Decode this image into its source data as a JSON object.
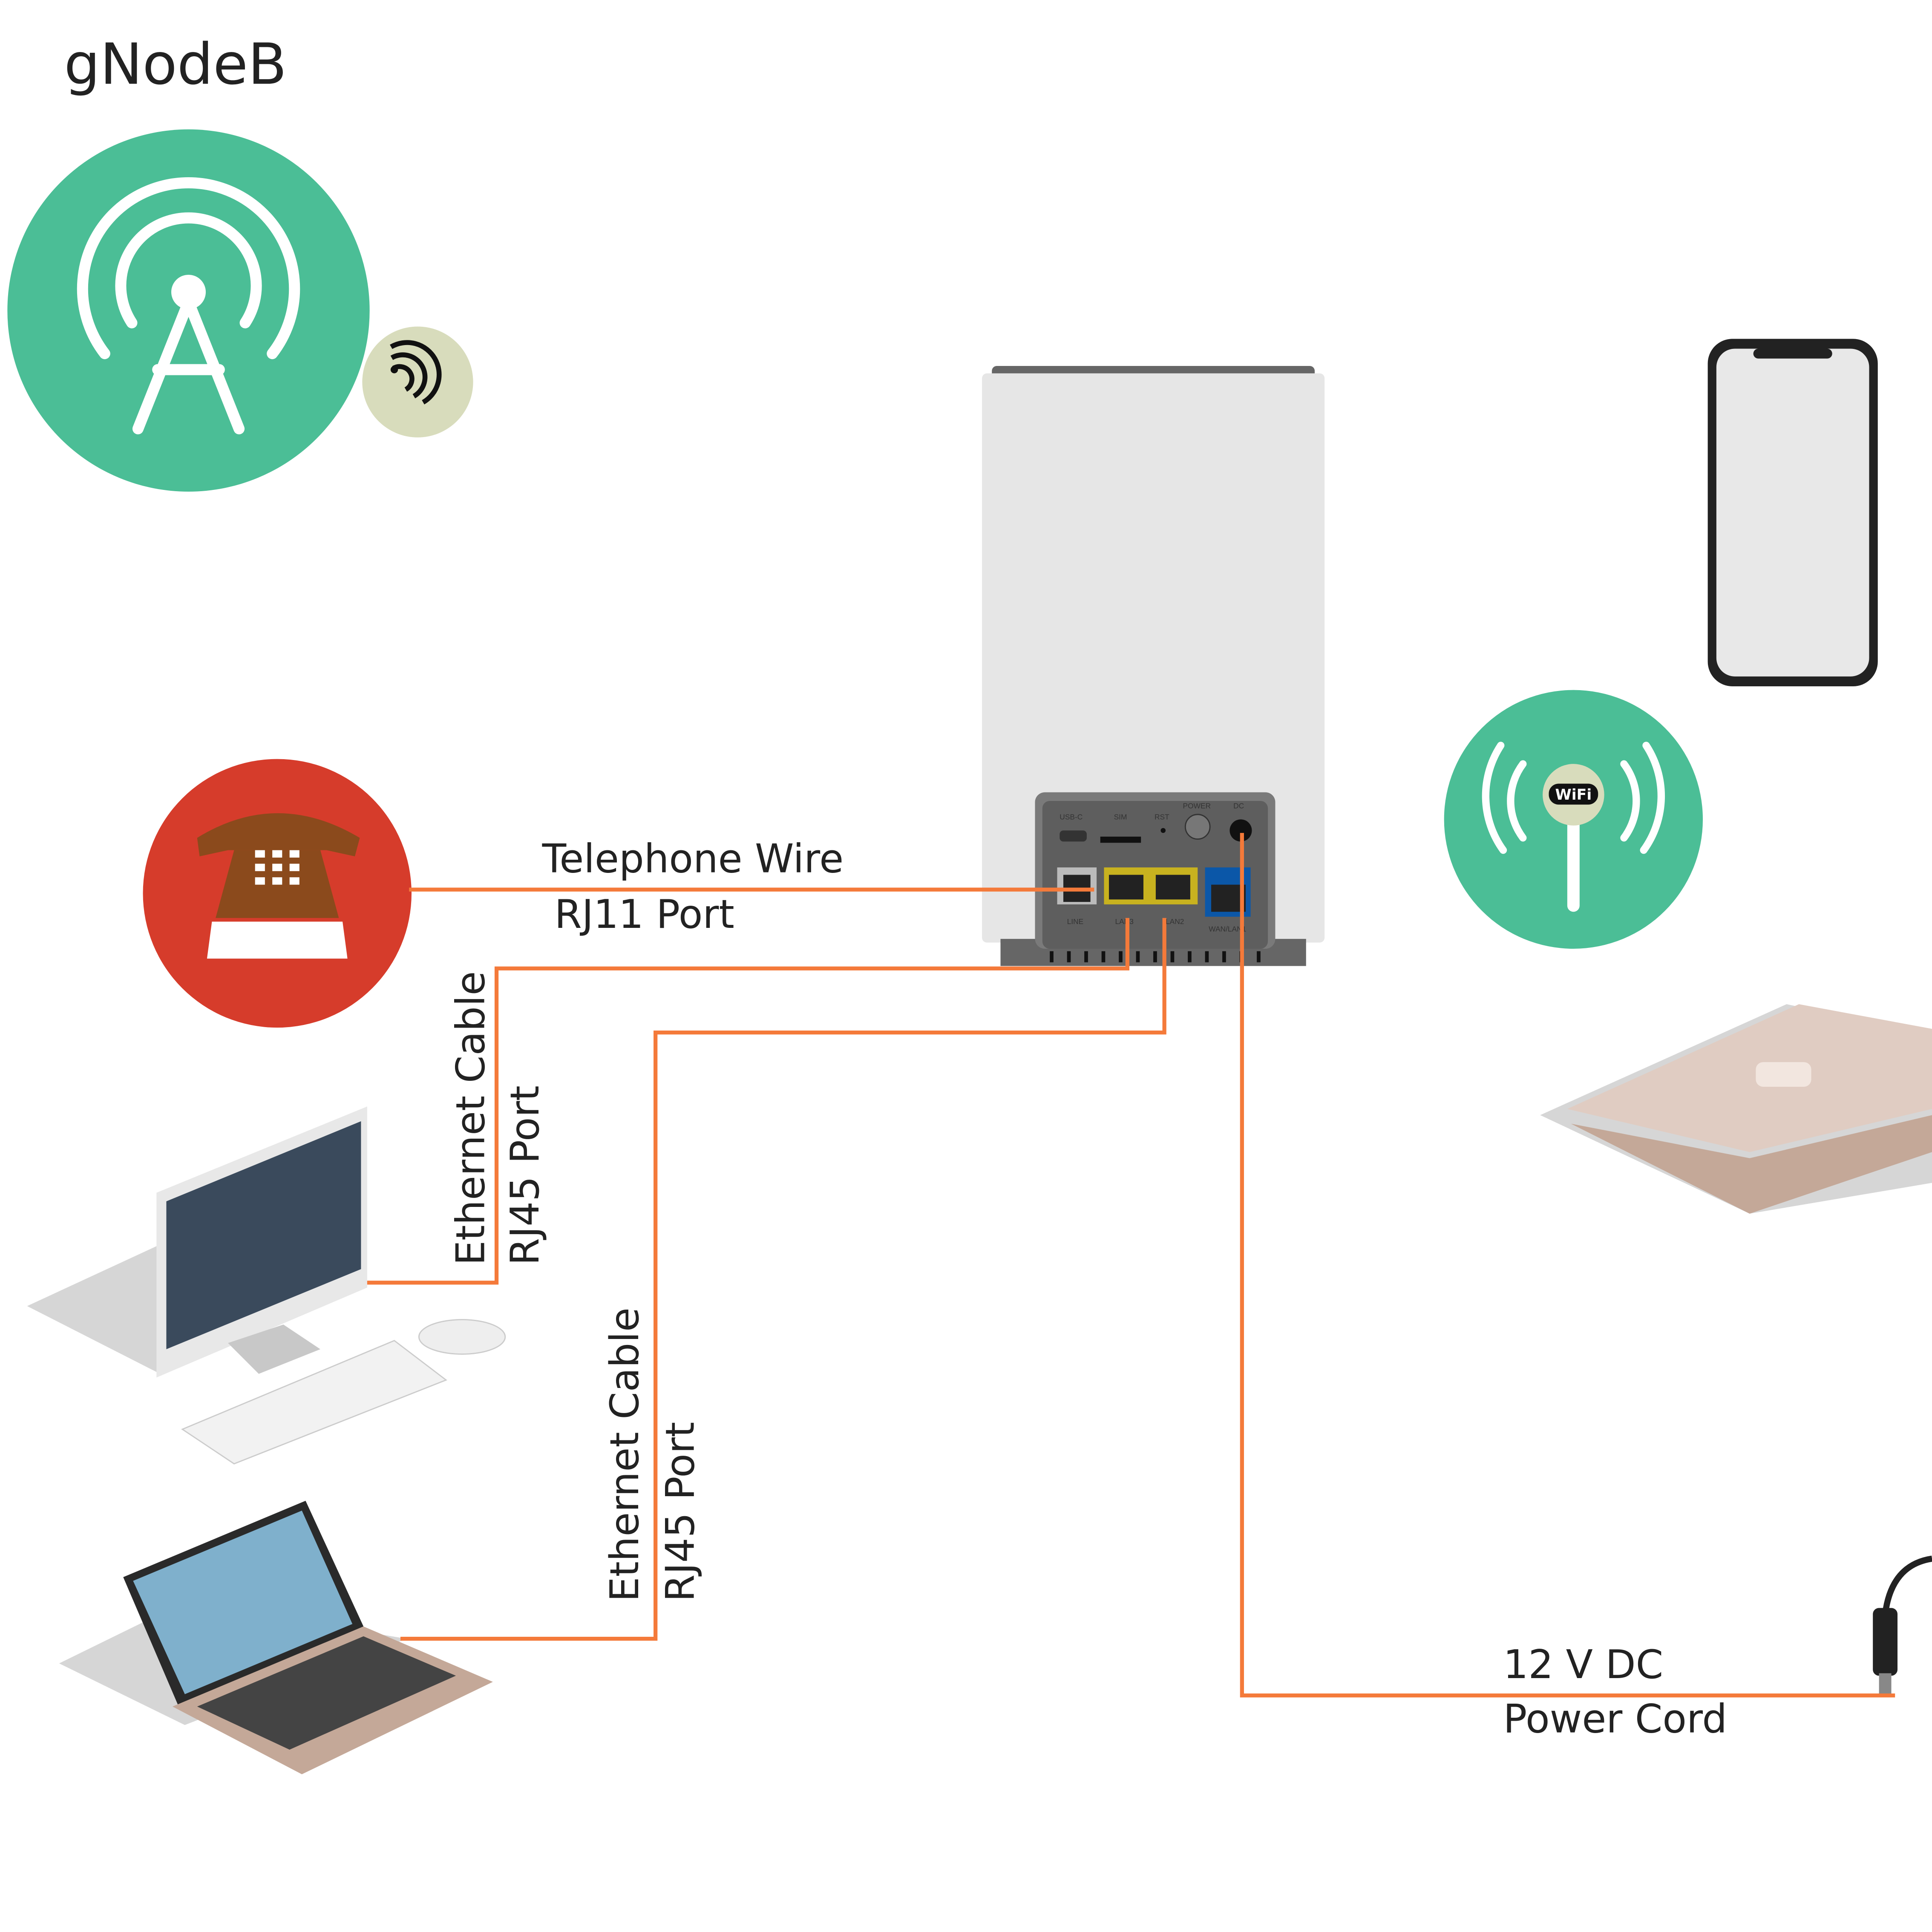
{
  "title": "gNodeB",
  "colors": {
    "wire": "#f47a3a",
    "green": "#4bbe96",
    "red": "#d63c2b",
    "signal_bg": "#d8dcbc"
  },
  "labels": {
    "telephone_wire": "Telephone Wire",
    "rj11_port": "RJ11 Port",
    "ethernet_cable_1": "Ethernet Cable",
    "rj45_port_1": "RJ45 Port",
    "ethernet_cable_2": "Ethernet Cable",
    "rj45_port_2": "RJ45 Port",
    "power_dc": "12 V DC",
    "power_cord": "Power Cord"
  },
  "router_ports": {
    "usb": "USB-C",
    "sim": "SIM",
    "rst": "RST",
    "power": "POWER",
    "dc": "DC",
    "line": "LINE",
    "lan3": "LAN3",
    "lan2": "LAN2",
    "wan": "WAN/LAN1"
  },
  "wifi_badge": "WiFi"
}
